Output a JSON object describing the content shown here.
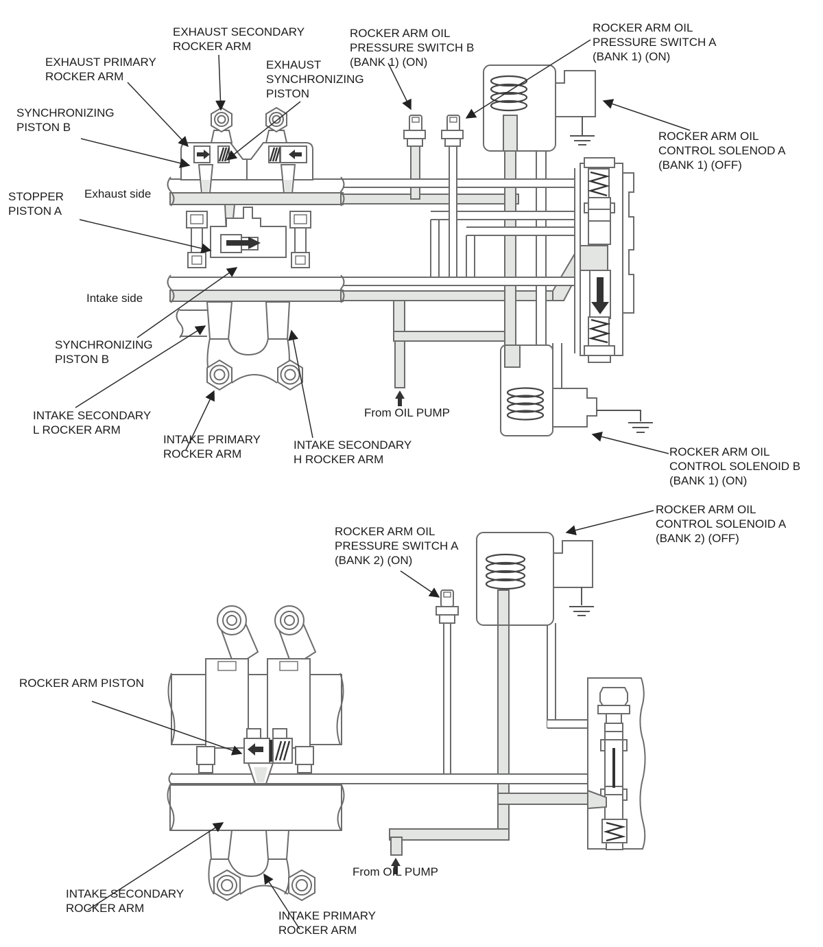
{
  "colors": {
    "background": "#ffffff",
    "line": "#6b6b6b",
    "dark": "#333333",
    "pipe_fill": "#e3e5e2",
    "text": "#1c1c1c",
    "leader": "#2a2a2a"
  },
  "bank1": {
    "labels": {
      "exhaust_secondary_rocker_arm": {
        "text": "EXHAUST SECONDARY\nROCKER ARM"
      },
      "exhaust_primary_rocker_arm": {
        "text": "EXHAUST PRIMARY\nROCKER ARM"
      },
      "exhaust_synchronizing_piston": {
        "text": "EXHAUST\nSYNCHRONIZING\nPISTON"
      },
      "synchronizing_piston_b": {
        "text": "SYNCHRONIZING\nPISTON B"
      },
      "pressure_switch_b": {
        "text": "ROCKER ARM OIL\nPRESSURE SWITCH B\n(BANK 1) (ON)"
      },
      "pressure_switch_a": {
        "text": "ROCKER ARM OIL\nPRESSURE SWITCH A\n(BANK 1) (ON)"
      },
      "control_solenoid_a": {
        "text": "ROCKER ARM OIL\nCONTROL SOLENOD A\n(BANK 1) (OFF)"
      },
      "stopper_piston_a": {
        "text": "STOPPER\nPISTON A"
      },
      "exhaust_side": {
        "text": "Exhaust side"
      },
      "intake_side": {
        "text": "Intake side"
      },
      "synchronizing_piston_b_2": {
        "text": "SYNCHRONIZING\nPISTON B"
      },
      "intake_secondary_l_rocker_arm": {
        "text": "INTAKE SECONDARY\nL ROCKER ARM"
      },
      "intake_primary_rocker_arm": {
        "text": "INTAKE PRIMARY\nROCKER ARM"
      },
      "intake_secondary_h_rocker_arm": {
        "text": "INTAKE SECONDARY\nH ROCKER ARM"
      },
      "from_oil_pump": {
        "text": "From OIL PUMP"
      },
      "control_solenoid_b": {
        "text": "ROCKER ARM OIL\nCONTROL SOLENOID B\n(BANK 1) (ON)"
      }
    }
  },
  "bank2": {
    "labels": {
      "control_solenoid_a": {
        "text": "ROCKER ARM OIL\nCONTROL SOLENOID A\n(BANK 2) (OFF)"
      },
      "pressure_switch_a": {
        "text": "ROCKER ARM OIL\nPRESSURE SWITCH A\n(BANK 2) (ON)"
      },
      "rocker_arm_piston": {
        "text": "ROCKER ARM PISTON"
      },
      "intake_secondary_rocker_arm": {
        "text": "INTAKE SECONDARY\nROCKER ARM"
      },
      "intake_primary_rocker_arm": {
        "text": "INTAKE PRIMARY\nROCKER ARM"
      },
      "from_oil_pump": {
        "text": "From OIL PUMP"
      }
    }
  }
}
